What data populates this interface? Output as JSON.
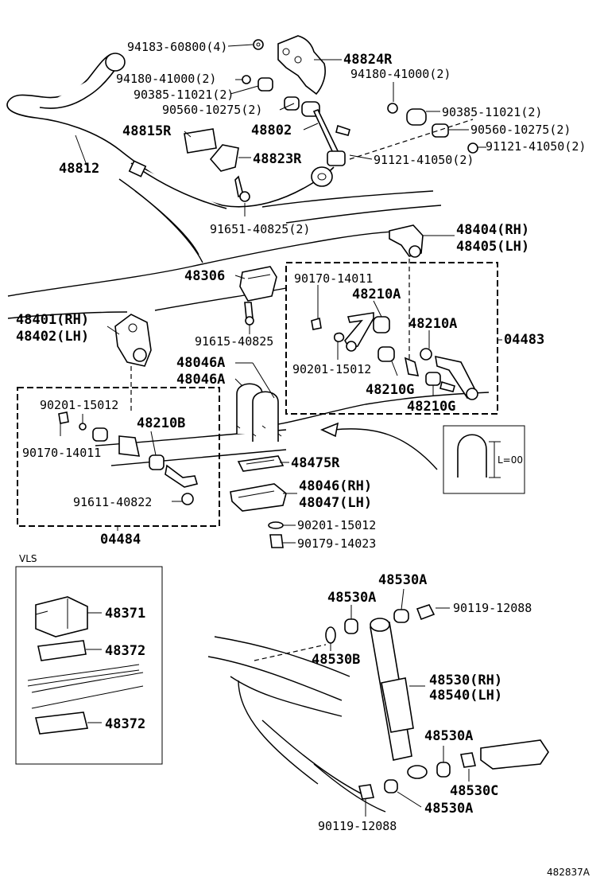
{
  "diagram": {
    "labels": {
      "l94183_60800": "94183-60800(4)",
      "l48824R": "48824R",
      "l94180_41000_a": "94180-41000(2)",
      "l94180_41000_b": "94180-41000(2)",
      "l90385_11021_a": "90385-11021(2)",
      "l90385_11021_b": "90385-11021(2)",
      "l90560_10275_a": "90560-10275(2)",
      "l90560_10275_b": "90560-10275(2)",
      "l48815R": "48815R",
      "l48802": "48802",
      "l91121_41050_a": "91121-41050(2)",
      "l91121_41050_b": "91121-41050(2)",
      "l48812": "48812",
      "l48823R": "48823R",
      "l91651_40825": "91651-40825(2)",
      "l48404": "48404(RH)",
      "l48405": "48405(LH)",
      "l48306": "48306",
      "l90170_14011_a": "90170-14011",
      "l48210A_a": "48210A",
      "l48210A_b": "48210A",
      "l04483": "04483",
      "l48401": "48401(RH)",
      "l48402": "48402(LH)",
      "l91615_40825": "91615-40825",
      "l90201_15012_a": "90201-15012",
      "l48046A_a": "48046A",
      "l48046A_b": "48046A",
      "l48210G_a": "48210G",
      "l48210G_b": "48210G",
      "l90201_15012_b": "90201-15012",
      "l48210B": "48210B",
      "l90170_14011_b": "90170-14011",
      "l48475R": "48475R",
      "lL00": "L=00",
      "l48046": "48046(RH)",
      "l48047": "48047(LH)",
      "l91611_40822": "91611-40822",
      "l90201_15012_c": "90201-15012",
      "l04484": "04484",
      "l90179_14023": "90179-14023",
      "lVLS": "VLS",
      "l48530A_a": "48530A",
      "l48530A_b": "48530A",
      "l90119_12088_a": "90119-12088",
      "l48371": "48371",
      "l48372_a": "48372",
      "l48530B": "48530B",
      "l48530": "48530(RH)",
      "l48540": "48540(LH)",
      "l48372_b": "48372",
      "l48530A_c": "48530A",
      "l48530C": "48530C",
      "l48530A_d": "48530A",
      "l90119_12088_b": "90119-12088",
      "lFig": "482837A"
    }
  }
}
